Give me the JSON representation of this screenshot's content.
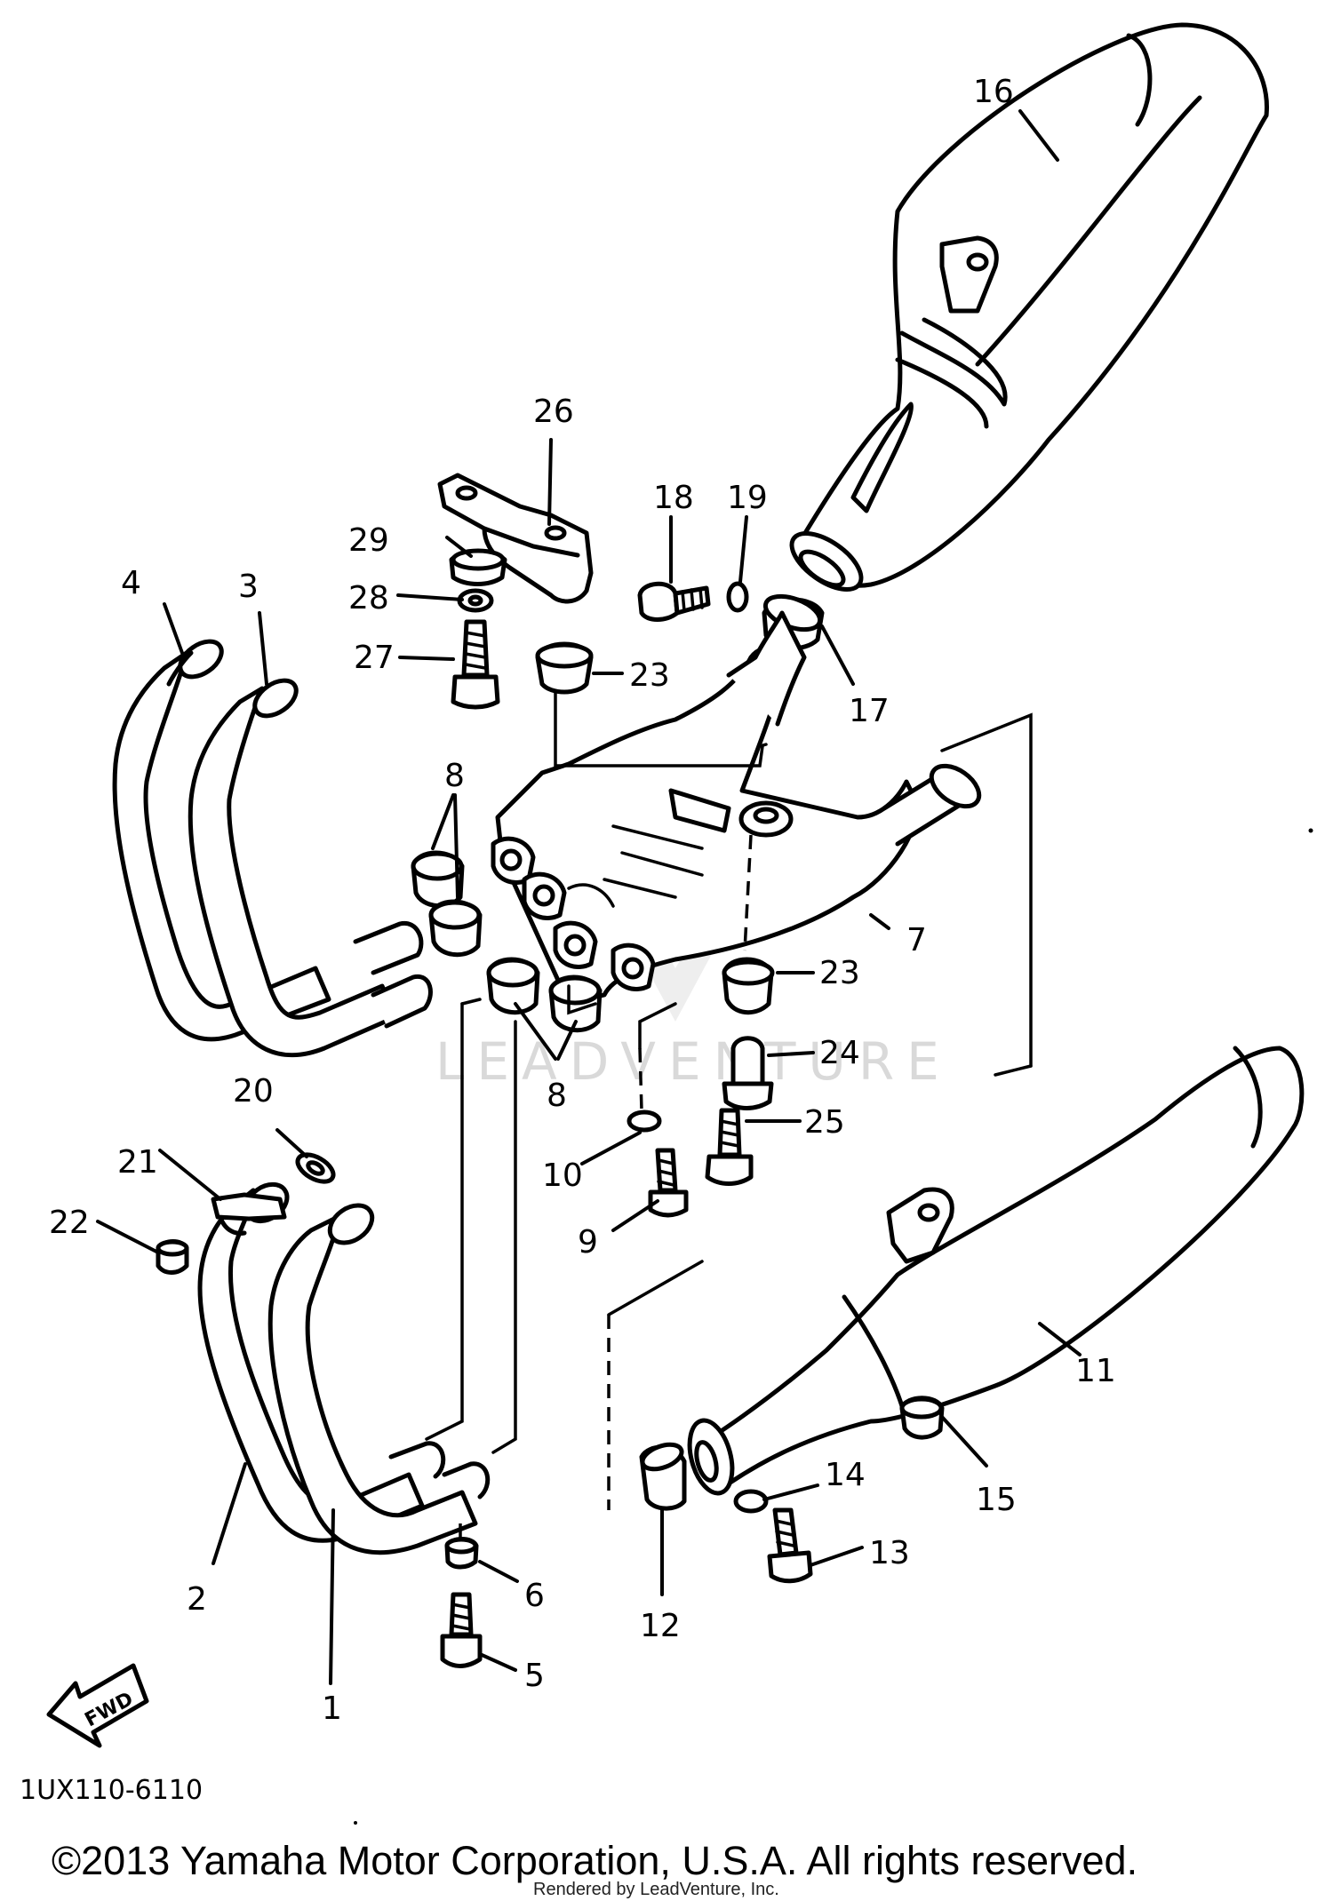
{
  "diagram_code": "1UX110-6110",
  "copyright": "©2013 Yamaha Motor Corporation, U.S.A. All rights reserved.",
  "rendered_by": "Rendered by LeadVenture, Inc.",
  "watermark": "LEADVENTURE",
  "direction_arrow": "FWD",
  "callouts": {
    "p1": "1",
    "p2": "2",
    "p3": "3",
    "p4": "4",
    "p5": "5",
    "p6": "6",
    "p7": "7",
    "p8a": "8",
    "p8b": "8",
    "p9": "9",
    "p10": "10",
    "p11": "11",
    "p12": "12",
    "p13": "13",
    "p14": "14",
    "p15": "15",
    "p16": "16",
    "p17": "17",
    "p18": "18",
    "p19": "19",
    "p20": "20",
    "p21": "21",
    "p22": "22",
    "p23a": "23",
    "p23b": "23",
    "p24": "24",
    "p25": "25",
    "p26": "26",
    "p27": "27",
    "p28": "28",
    "p29": "29"
  }
}
